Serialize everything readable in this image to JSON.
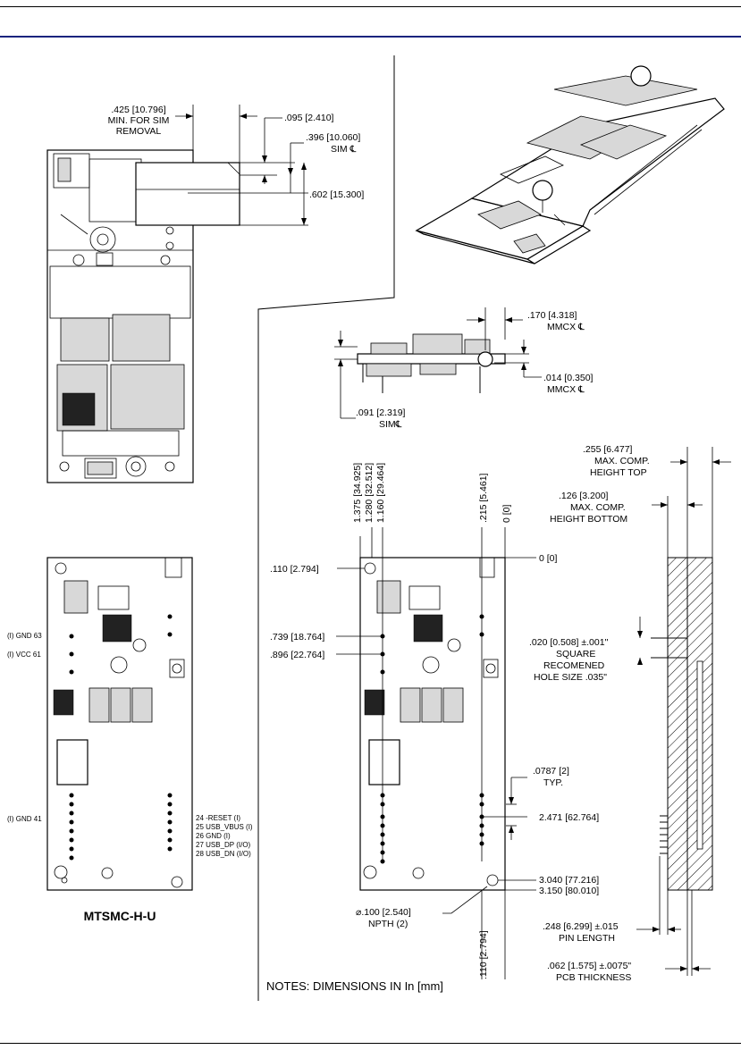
{
  "dims": {
    "sim_removal": ".425 [10.796]",
    "sim_removal_l2": "MIN. FOR SIM",
    "sim_removal_l3": "REMOVAL",
    "d095": ".095 [2.410]",
    "d396": ".396 [10.060]",
    "sim_cl": "SIM ℄",
    "d602": ".602 [15.300]",
    "d170": ".170 [4.318]",
    "mmcx_cl_1": "MMCX ℄",
    "d014": ".014 [0.350]",
    "mmcx_cl_2": "MMCX ℄",
    "d091": ".091 [2.319]",
    "sim_cl_2": "SIM℄",
    "d255": ".255 [6.477]",
    "d255_l2": "MAX. COMP.",
    "d255_l3": "HEIGHT TOP",
    "d126": ".126 [3.200]",
    "d126_l2": "MAX. COMP.",
    "d126_l3": "HEIGHT BOTTOM",
    "v1375": "1.375 [34.925]",
    "v1280": "1.280 [32.512]",
    "v1160": "1.160 [29.464]",
    "v215": ".215 [5.461]",
    "v0": "0 [0]",
    "h0": "0 [0]",
    "d110": ".110 [2.794]",
    "d739": ".739 [18.764]",
    "d896": ".896 [22.764]",
    "d020": ".020 [0.508] ±.001\"",
    "d020_l2": "SQUARE",
    "d020_l3": "RECOMENED",
    "d020_l4": "HOLE SIZE .035\"",
    "d0787": ".0787 [2]",
    "d0787_l2": "TYP.",
    "d2471": "2.471 [62.764]",
    "d3040": "3.040 [77.216]",
    "d3150": "3.150 [80.010]",
    "npth": "⌀.100 [2.540]",
    "npth_l2": "NPTH (2)",
    "v110": ".110 [2.794]",
    "d248": ".248 [6.299] ±.015",
    "d248_l2": "PIN LENGTH",
    "d062": ".062 [1.575] ±.0075\"",
    "d062_l2": "PCB THICKNESS"
  },
  "pins_left": {
    "gnd63": "(I) GND  63",
    "vcc61": "(I) VCC  61",
    "gnd41": "(I) GND  41"
  },
  "pins_right": [
    "24  -RESET (I)",
    "25  USB_VBUS (I)",
    "26  GND (I)",
    "27  USB_DP (I/O)",
    "28  USB_DN (I/O)"
  ],
  "model": "MTSMC-H-U",
  "notes": "NOTES: DIMENSIONS IN  In [mm]"
}
